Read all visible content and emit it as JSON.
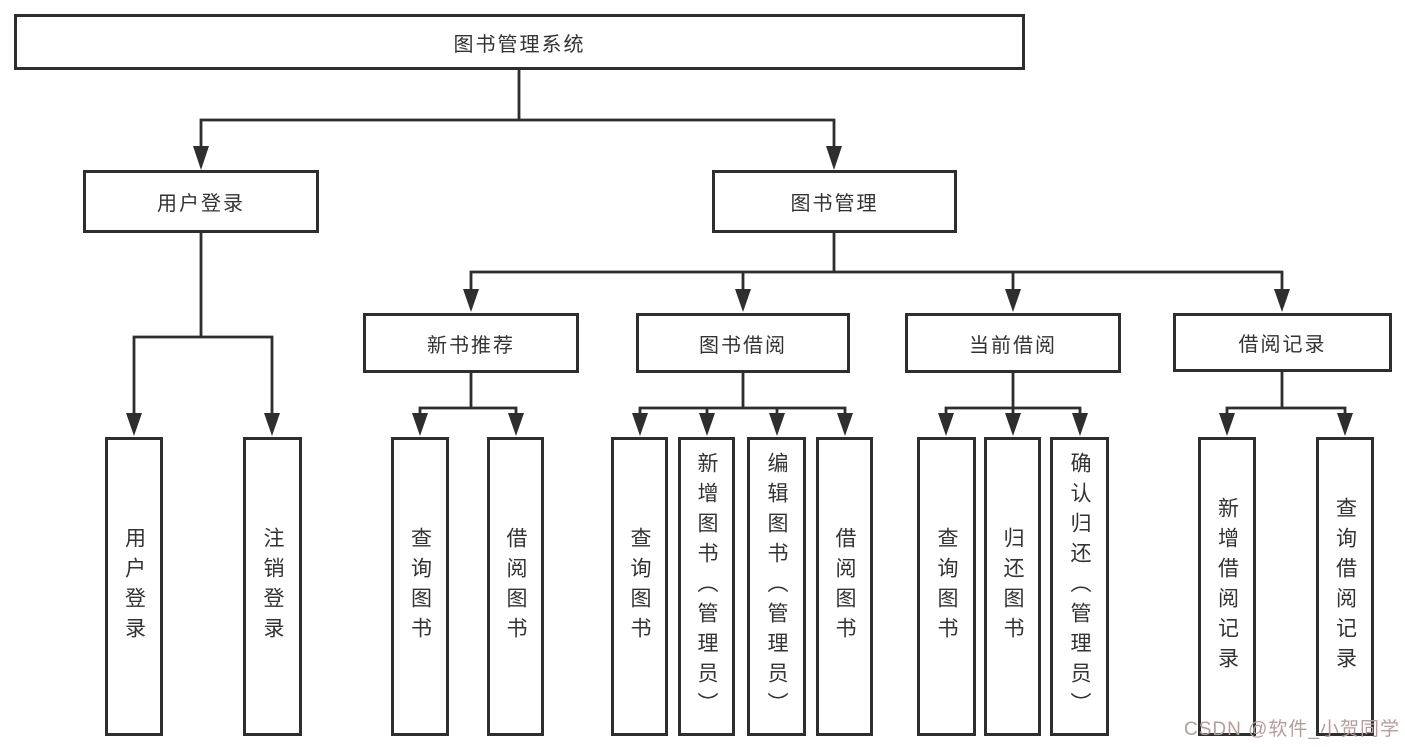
{
  "diagram": {
    "type": "tree",
    "root": {
      "label": "图书管理系统",
      "children": [
        {
          "label": "用户登录",
          "children": [
            {
              "label": "用户登录"
            },
            {
              "label": "注销登录"
            }
          ]
        },
        {
          "label": "图书管理",
          "children": [
            {
              "label": "新书推荐",
              "children": [
                {
                  "label": "查询图书"
                },
                {
                  "label": "借阅图书"
                }
              ]
            },
            {
              "label": "图书借阅",
              "children": [
                {
                  "label": "查询图书"
                },
                {
                  "label": "新增图书（管理员）"
                },
                {
                  "label": "编辑图书（管理员）"
                },
                {
                  "label": "借阅图书"
                }
              ]
            },
            {
              "label": "当前借阅",
              "children": [
                {
                  "label": "查询图书"
                },
                {
                  "label": "归还图书"
                },
                {
                  "label": "确认归还（管理员）"
                }
              ]
            },
            {
              "label": "借阅记录",
              "children": [
                {
                  "label": "新增借阅记录"
                },
                {
                  "label": "查询借阅记录"
                }
              ]
            }
          ]
        }
      ]
    }
  },
  "watermark": {
    "text": "CSDN @软件_小贺同学",
    "color": "#b89c9c"
  },
  "colors": {
    "background": "#ffffff",
    "box_border": "#2e2e2e",
    "line": "#2e2e2e",
    "text": "#333333"
  }
}
